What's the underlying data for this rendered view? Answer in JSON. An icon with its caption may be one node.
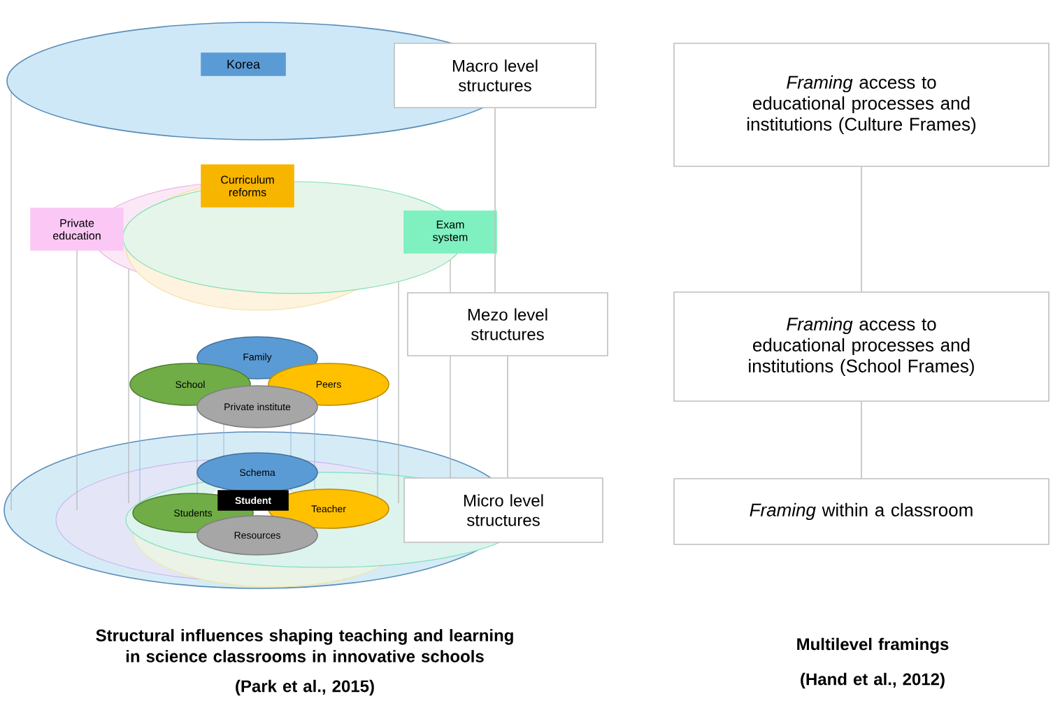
{
  "diagram": {
    "nodes": [
      {
        "text": [
          "Korea"
        ]
      },
      {
        "text": [
          "Macro level structures"
        ]
      },
      {
        "text": [
          "Curriculum reforms"
        ]
      },
      {
        "text": [
          "Private education"
        ]
      },
      {
        "text": [
          "Exam system"
        ]
      },
      {
        "text": [
          "Mezo level structures"
        ]
      },
      {
        "text": [
          "Family"
        ]
      },
      {
        "text": [
          "School"
        ]
      },
      {
        "text": [
          "Peers"
        ]
      },
      {
        "text": [
          "Private institute"
        ]
      },
      {
        "text": [
          "Schema"
        ]
      },
      {
        "text": [
          "Student"
        ]
      },
      {
        "text": [
          "Students"
        ]
      },
      {
        "text": [
          "Teacher"
        ]
      },
      {
        "text": [
          "Resources"
        ]
      },
      {
        "text": [
          "Micro level structures"
        ]
      },
      {
        "text": [
          "*Framing* access to educational processes and institutions (Culture Frames)"
        ]
      },
      {
        "text": [
          "*Framing* access to educational processes and institutions (School Frames)"
        ]
      },
      {
        "text": [
          "*Framing* within a classroom"
        ]
      }
    ],
    "edges": [
      {
        "from": 1,
        "to": 5,
        "arrow": "none"
      },
      {
        "from": 5,
        "to": 15,
        "arrow": "none"
      },
      {
        "from": 16,
        "to": 17,
        "arrow": "none"
      },
      {
        "from": 17,
        "to": 18,
        "arrow": "none"
      }
    ],
    "labels": [
      "Structural influences shaping teaching and learning in science classrooms in innovative schools",
      "(Park et al., 2015)",
      "Multilevel framings",
      "(Hand et al., 2012)"
    ]
  }
}
